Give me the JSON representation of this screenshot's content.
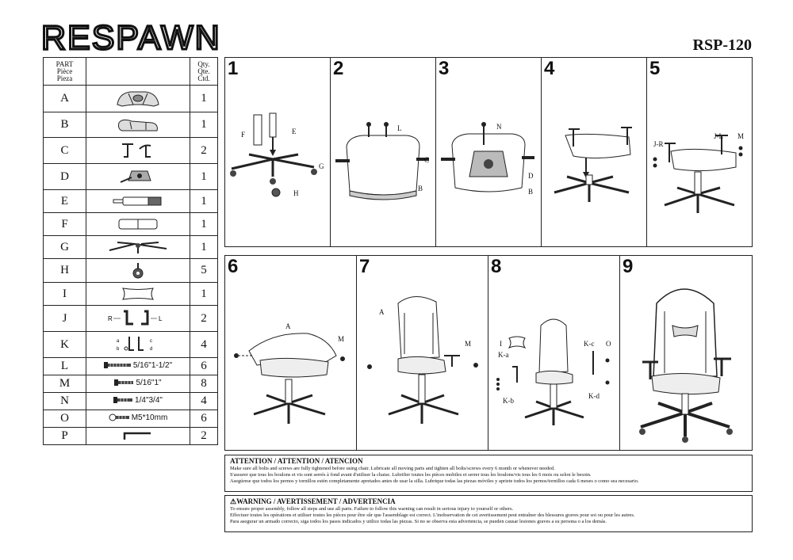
{
  "brand": "RESPAWN",
  "model": "RSP-120",
  "parts_table": {
    "header": {
      "part": [
        "PART",
        "Pièce",
        "Pieza"
      ],
      "qty": [
        "Qty.",
        "Qte.",
        "Ctd."
      ]
    },
    "rows": [
      {
        "letter": "A",
        "qty": "1",
        "icon": "backrest-icon"
      },
      {
        "letter": "B",
        "qty": "1",
        "icon": "seat-icon"
      },
      {
        "letter": "C",
        "qty": "2",
        "icon": "armrest-icon"
      },
      {
        "letter": "D",
        "qty": "1",
        "icon": "mechanism-icon"
      },
      {
        "letter": "E",
        "qty": "1",
        "icon": "gas-cylinder-icon"
      },
      {
        "letter": "F",
        "qty": "1",
        "icon": "cylinder-cover-icon"
      },
      {
        "letter": "G",
        "qty": "1",
        "icon": "base-icon"
      },
      {
        "letter": "H",
        "qty": "5",
        "icon": "caster-icon"
      },
      {
        "letter": "I",
        "qty": "1",
        "icon": "pillow-icon"
      },
      {
        "letter": "J",
        "qty": "2",
        "icon": "bracket-icon",
        "labels": [
          "R",
          "L"
        ]
      },
      {
        "letter": "K",
        "qty": "4",
        "icon": "bracket-parts-icon",
        "labels": [
          "a",
          "b",
          "c",
          "d"
        ]
      },
      {
        "letter": "L",
        "qty": "6",
        "icon": "bolt-icon",
        "spec": "5/16\"1-1/2\""
      },
      {
        "letter": "M",
        "qty": "8",
        "icon": "bolt-icon",
        "spec": "5/16\"1\""
      },
      {
        "letter": "N",
        "qty": "4",
        "icon": "bolt-icon",
        "spec": "1/4\"3/4\""
      },
      {
        "letter": "O",
        "qty": "6",
        "icon": "screw-icon",
        "spec": "M5*10mm"
      },
      {
        "letter": "P",
        "qty": "2",
        "icon": "allen-key-icon"
      }
    ]
  },
  "steps": [
    {
      "num": "1",
      "labels": [
        "F",
        "E",
        "G",
        "H"
      ]
    },
    {
      "num": "2",
      "labels": [
        "L",
        "C",
        "B"
      ]
    },
    {
      "num": "3",
      "labels": [
        "N",
        "D",
        "B"
      ]
    },
    {
      "num": "4",
      "labels": []
    },
    {
      "num": "5",
      "labels": [
        "J-R",
        "J-L",
        "M"
      ]
    },
    {
      "num": "6",
      "labels": [
        "A",
        "M"
      ]
    },
    {
      "num": "7",
      "labels": [
        "A",
        "M"
      ]
    },
    {
      "num": "8",
      "labels": [
        "I",
        "K-a",
        "K-b",
        "K-c",
        "K-d",
        "O"
      ]
    },
    {
      "num": "9",
      "labels": []
    }
  ],
  "attention": {
    "title": "ATTENTION / ATTENTION / ATENCION",
    "lines": [
      "Make sure all bolts and screws are fully tightened before using chair. Lubricate all moving parts and tighten all bolts/screws every 6 month or whenever needed.",
      "S'assurer que tous les boulons et vis sont serrés à fond avant d'utiliser la chaise. Lubrifier toutes les pièces mobiles et serrer tous les boulons/vis tous les 6 mois ou selon le besoin.",
      "Asegúrese que todos los pernos y tornillos estén completamente apretados antes de usar la silla. Lubrique todas las piezas móviles y apriete todos los pernos/tornillos cada 6 meses o como sea necesario."
    ]
  },
  "warning": {
    "title": "WARNING / AVERTISSEMENT / ADVERTENCIA",
    "lines": [
      "To ensure proper assembly, follow all steps and use all parts. Failure to follow this warning can result in serious injury to yourself or others.",
      "Effectuer toutes les opérations et utiliser toutes les pièces pour être sûr que l'assemblage est correct. L'inobservation de cet avertissement peut entraîner des blessures graves pour soi ou pour les autres.",
      "Para asegurar un armado correcto, siga todos los pasos indicados y utilice todas las piezas. Si no se observa esta advertencia, se pueden causar lesiones graves a su persona o a los demás."
    ]
  }
}
